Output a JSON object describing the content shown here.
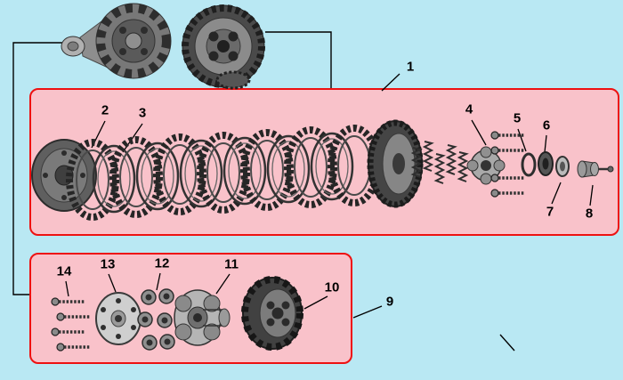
{
  "colors": {
    "background": "#b9e8f3",
    "panel_fill": "#f9c2ca",
    "panel_border": "#ee1111",
    "line": "#000000",
    "callout_text": "#000000"
  },
  "callouts": {
    "c1": "1",
    "c2": "2",
    "c3": "3",
    "c4": "4",
    "c5": "5",
    "c6": "6",
    "c7": "7",
    "c8": "8",
    "c9": "9",
    "c10": "10",
    "c11": "11",
    "c12": "12",
    "c13": "13",
    "c14": "14"
  }
}
